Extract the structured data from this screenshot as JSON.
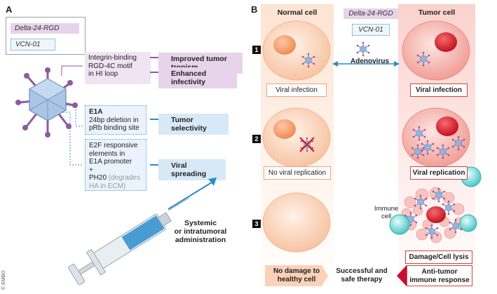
{
  "panel_a": {
    "letter": "A",
    "legend": {
      "rgd": "Delta-24-RGD",
      "vcn": "VCN-01"
    },
    "box_rgd": {
      "lines": [
        "Integrin-binding",
        "RGD-4C motif",
        "in HI loop"
      ]
    },
    "box_e1a": {
      "title": "E1A",
      "lines": [
        "24bp deletion in",
        "pRb binding site"
      ]
    },
    "box_e2f": {
      "lines": [
        "E2F responsive",
        "elements in",
        "E1A promoter",
        "+"
      ],
      "ph20": "PH20",
      "ph20_note_1": " (degrades",
      "ph20_note_2": "HA in ECM)"
    },
    "outcomes": {
      "tropism": "Improved tumor tropism",
      "infectivity": "Enhanced infectivity",
      "selectivity": "Tumor selectivity",
      "spreading": "Viral spreading"
    },
    "syringe_label": [
      "Systemic",
      "or intratumoral",
      "administration"
    ]
  },
  "panel_b": {
    "letter": "B",
    "normal_header": "Normal cell",
    "tumor_header": "Tumor cell",
    "tag_rgd": "Delta-24-RGD",
    "tag_vcn": "VCN-01",
    "adenovirus": "Adenovirus",
    "steps": [
      "1",
      "2",
      "3"
    ],
    "normal_status_1": "Viral infection",
    "tumor_status_1": "Viral infection",
    "normal_status_2": "No viral replication",
    "tumor_status_2": "Viral replication",
    "immune_label": [
      "Immune",
      "cell"
    ],
    "lysis": "Damage/Cell lysis",
    "no_damage": [
      "No damage to",
      "healthy cell"
    ],
    "therapy": [
      "Successful and",
      "safe therapy"
    ],
    "antitumor": [
      "Anti-tumor",
      "immune response"
    ]
  },
  "credit": "© EMBO",
  "colors": {
    "rgd": "#e7d3ea",
    "blue": "#d7e8f6",
    "normal_cell": "#fbd6bd",
    "tumor_cell": "#f6b7ae",
    "nucleus_tumor": "#d91a2a",
    "nucleus_normal": "#f39a6e",
    "arrow_blue": "#2b8ccc"
  }
}
